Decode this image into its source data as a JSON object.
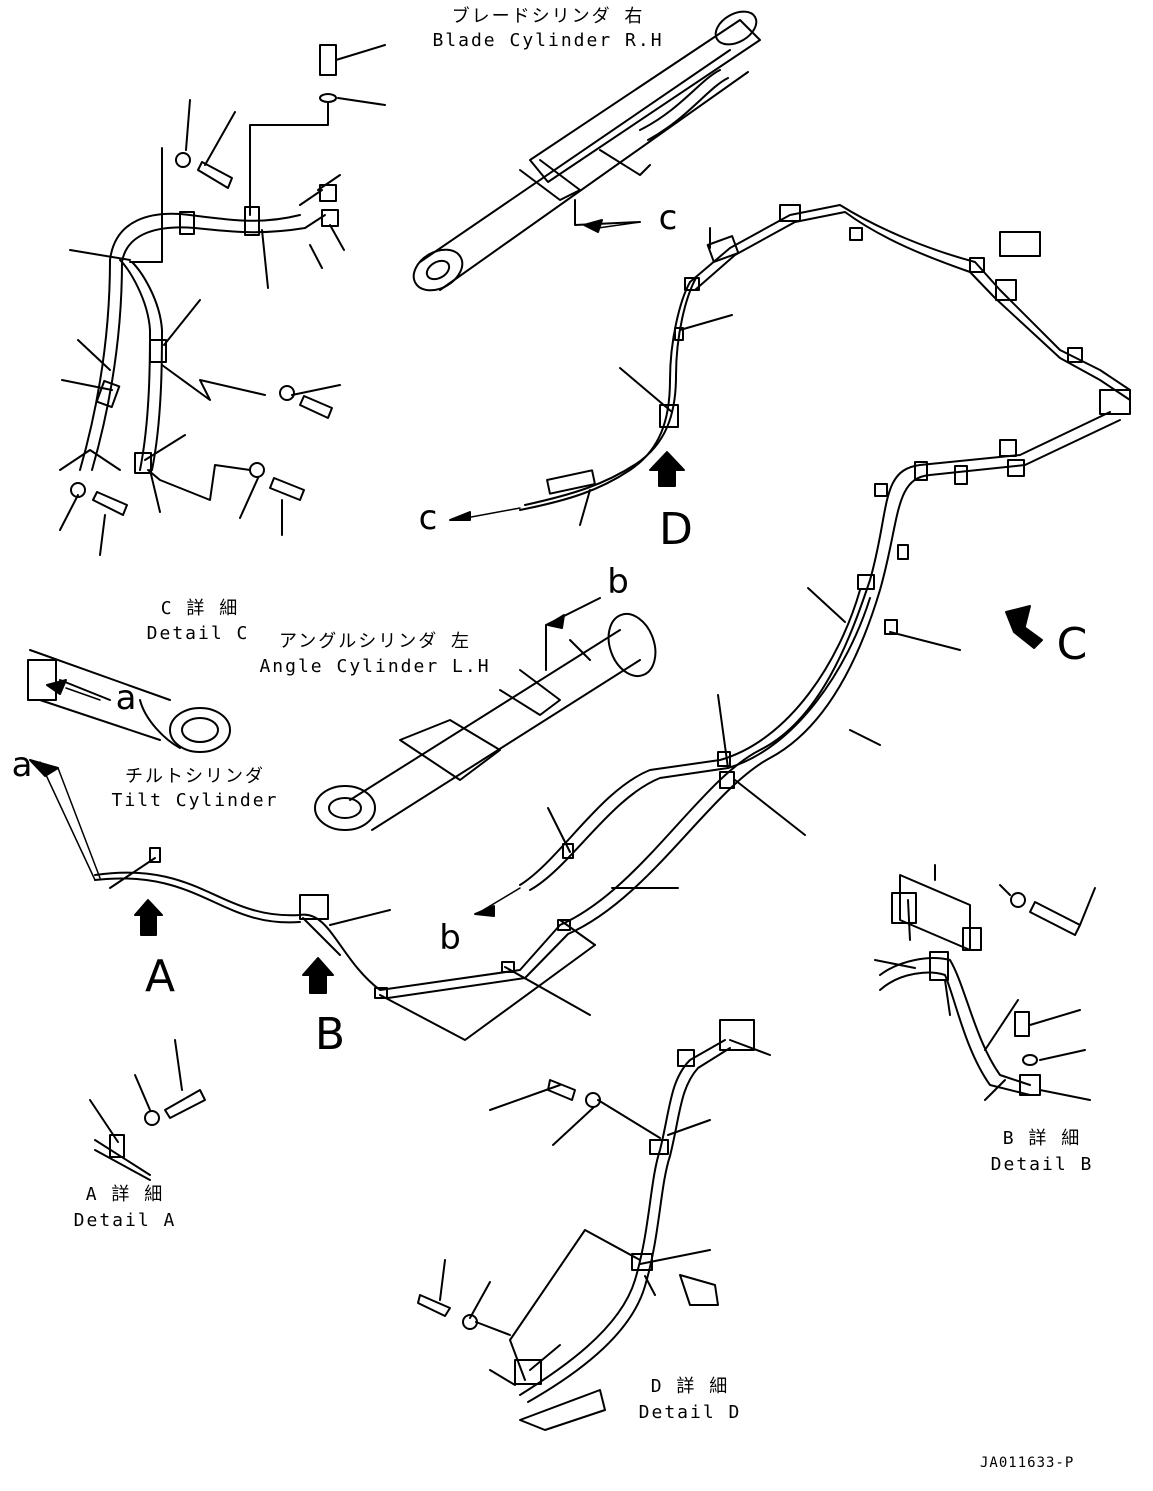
{
  "titles": {
    "blade_jp": "ブレードシリンダ 右",
    "blade_en": "Blade Cylinder R.H",
    "angle_jp": "アングルシリンダ 左",
    "angle_en": "Angle Cylinder L.H",
    "tilt_jp": "チルトシリンダ",
    "tilt_en": "Tilt Cylinder",
    "detail_c_jp": "C 詳 細",
    "detail_c_en": "Detail C",
    "detail_a_jp": "A 詳 細",
    "detail_a_en": "Detail A",
    "detail_b_jp": "B 詳 細",
    "detail_b_en": "Detail B",
    "detail_d_jp": "D 詳 細",
    "detail_d_en": "Detail D"
  },
  "view_letters": {
    "A": "A",
    "B": "B",
    "C": "C",
    "D": "D"
  },
  "connection_letters": {
    "a": "a",
    "b": "b",
    "c": "c"
  },
  "drawing_code": "JA011633-P",
  "colors": {
    "line": "#000000",
    "background": "#ffffff"
  }
}
